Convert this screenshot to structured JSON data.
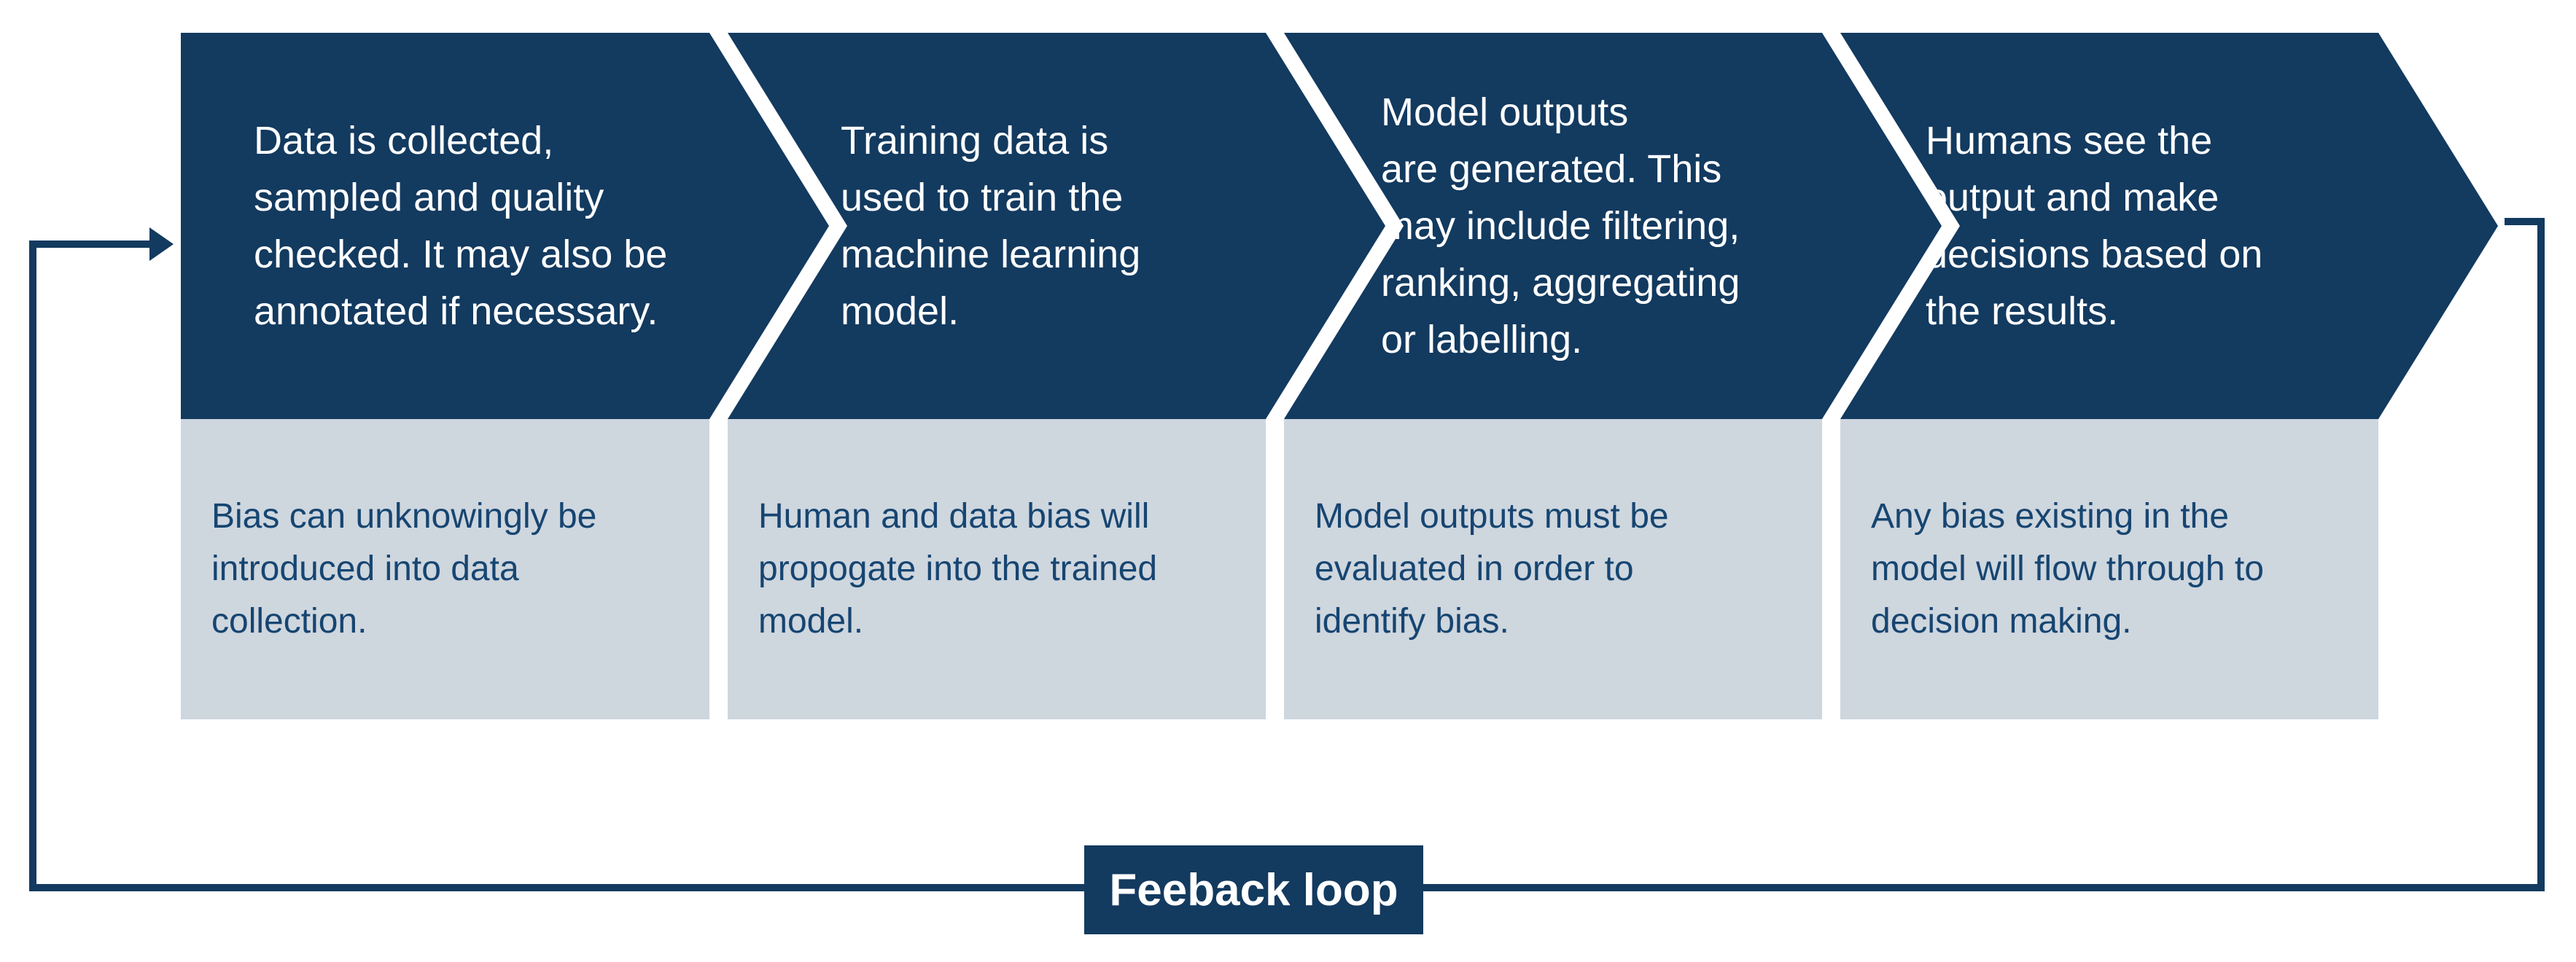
{
  "colors": {
    "navy": "#133A5F",
    "light_gray_blue": "#CED6DE",
    "bias_text_navy": "#164571",
    "white": "#FFFFFF"
  },
  "stages": [
    {
      "step": "Data is collected,\nsampled and quality\nchecked. It may also be\nannotated if necessary.",
      "bias": "Bias can unknowingly be\nintroduced into data\ncollection."
    },
    {
      "step": "Training data is\nused to train the\nmachine learning\nmodel.",
      "bias": "Human and data bias will\npropogate into the trained\nmodel."
    },
    {
      "step": "Model outputs\nare generated. This\nmay include filtering,\nranking, aggregating\nor labelling.",
      "bias": "Model outputs must be\nevaluated in order to\nidentify bias."
    },
    {
      "step": "Humans see the\noutput and make\ndecisions based on\nthe results.",
      "bias": "Any bias existing in the\nmodel will flow through to\ndecision making."
    }
  ],
  "feedback": {
    "label": "Feeback loop"
  }
}
